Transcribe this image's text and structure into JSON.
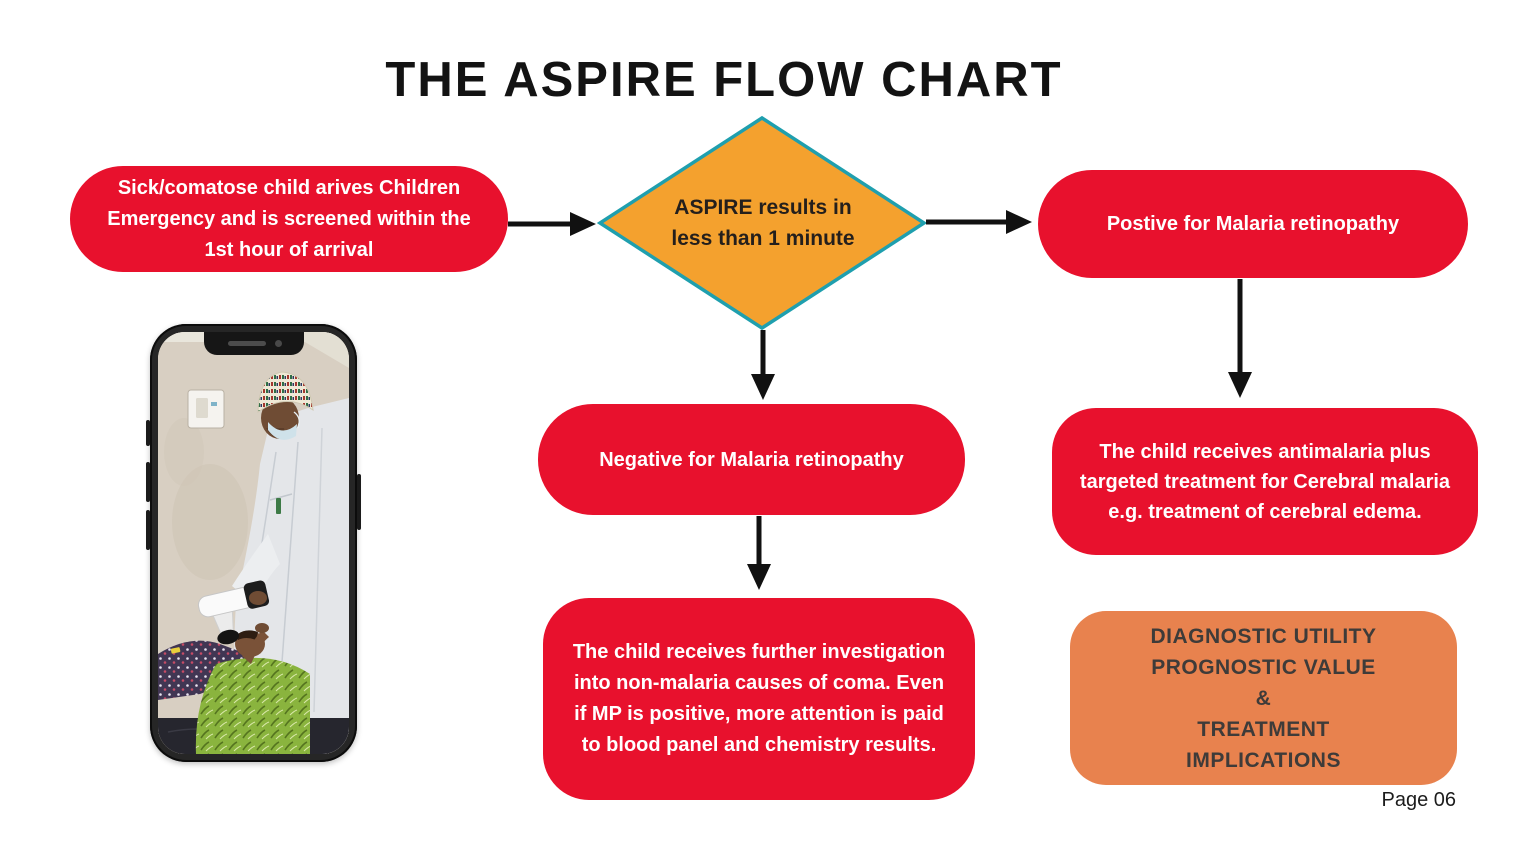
{
  "page": {
    "title": "THE ASPIRE FLOW CHART",
    "page_number": "Page 06",
    "background_color": "#ffffff"
  },
  "colors": {
    "process_box": "#e8112d",
    "process_text": "#ffffff",
    "decision_fill": "#f4a12e",
    "decision_border": "#1f9fae",
    "decision_text": "#241f1c",
    "summary_box": "#e8824e",
    "summary_text": "#3e3b39",
    "arrow": "#111111",
    "title_text": "#131313"
  },
  "flowchart": {
    "start": {
      "label": "Sick/comatose child arives Children\nEmergency and is screened within the\n1st hour of arrival"
    },
    "decision": {
      "label": "ASPIRE results in\nless than 1 minute"
    },
    "positive": {
      "label": "Postive for Malaria retinopathy"
    },
    "negative": {
      "label": "Negative for Malaria retinopathy"
    },
    "positive_treatment": {
      "label": "The child receives antimalaria plus\ntargeted treatment for Cerebral malaria\ne.g. treatment of cerebral edema."
    },
    "negative_followup": {
      "label": "The child receives further investigation\ninto non-malaria causes of coma. Even\nif MP is positive, more attention is paid\nto blood panel and chemistry results."
    },
    "summary": {
      "label": "DIAGNOSTIC UTILITY\nPROGNOSTIC VALUE\n&\nTREATMENT\nIMPLICATIONS"
    },
    "edges": [
      {
        "from": "start",
        "to": "decision"
      },
      {
        "from": "decision",
        "to": "positive"
      },
      {
        "from": "decision",
        "to": "negative"
      },
      {
        "from": "positive",
        "to": "positive_treatment"
      },
      {
        "from": "negative",
        "to": "negative_followup"
      }
    ]
  }
}
